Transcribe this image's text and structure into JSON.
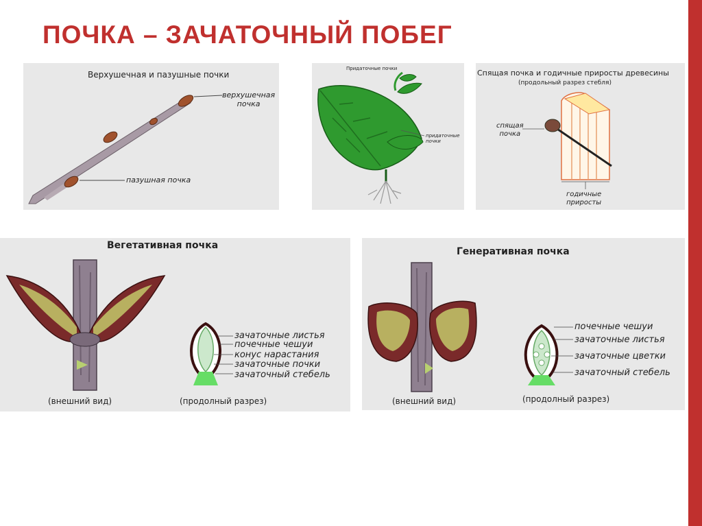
{
  "title": "ПОЧКА – ЗАЧАТОЧНЫЙ ПОБЕГ",
  "colors": {
    "title": "#c0302e",
    "accent": "#c0302e",
    "panel_bg": "#e8e8e8",
    "stem": "#9a8d96",
    "bud": "#a0522d",
    "leaf": "#2f9a2f",
    "cone": "#66dd66"
  },
  "panel1": {
    "heading": "Верхушечная и пазушные почки",
    "apical": "верхушечная\nпочка",
    "axillary": "пазушная почка"
  },
  "panel2": {
    "heading": "Придаточные почки",
    "adventitious": "придаточные\nпочки"
  },
  "panel3": {
    "heading_line1": "Спящая почка и годичные приросты древесины",
    "heading_line2": "(продольный разрез стебля)",
    "dormant": "спящая\nпочка",
    "annual": "годичные\nприросты"
  },
  "panel4": {
    "heading": "Вегетативная почка",
    "labels": [
      "зачаточные листья",
      "почечные чешуи",
      "конус нарастания",
      "зачаточные почки",
      "зачаточный стебель"
    ],
    "caption_outer": "(внешний вид)",
    "caption_section": "(продолный разрез)"
  },
  "panel5": {
    "heading": "Генеративная почка",
    "labels": [
      "почечные чешуи",
      "зачаточные листья",
      "зачаточные цветки",
      "зачаточный стебель"
    ],
    "caption_outer": "(внешний вид)",
    "caption_section": "(продолный разрез)"
  }
}
